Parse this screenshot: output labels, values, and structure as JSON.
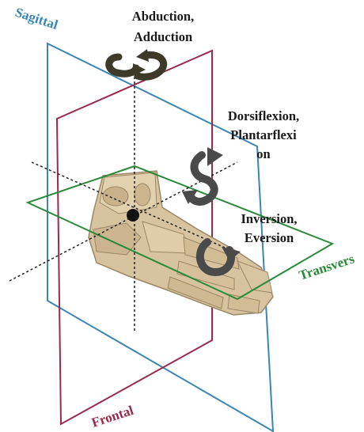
{
  "planes": {
    "sagittal": {
      "label": "Sagittal",
      "color": "#3a86b4"
    },
    "frontal": {
      "label": "Frontal",
      "color": "#9b2a4a"
    },
    "transverse": {
      "label": "Transvers",
      "color": "#2a8a3a"
    }
  },
  "motions": {
    "top": {
      "line1": "Abduction,",
      "line2": "Adduction"
    },
    "middle": {
      "line1": "Dorsiflexion,",
      "line2": "Plantarflexi",
      "line3": "on"
    },
    "lower": {
      "line1": "Inversion,",
      "line2": "Eversion"
    }
  },
  "colors": {
    "arrow_fill": "#4a4a4a",
    "arrow_top_fill": "#3d3a2a",
    "axis_point": "#111111",
    "bone": "#d8c3a0",
    "bone_shadow": "#9c8767"
  },
  "icons": [
    "rotation-arrow-icon",
    "origin-point-icon",
    "foot-bones-illustration"
  ]
}
